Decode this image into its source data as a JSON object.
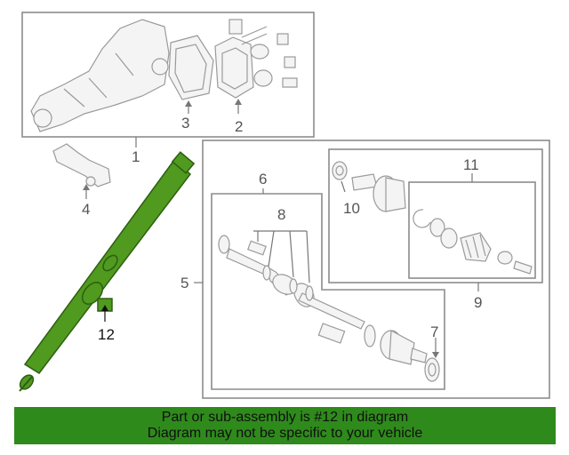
{
  "diagram": {
    "callouts": {
      "n1": "1",
      "n2": "2",
      "n3": "3",
      "n4": "4",
      "n5": "5",
      "n6": "6",
      "n7": "7",
      "n8": "8",
      "n9": "9",
      "n10": "10",
      "n11": "11",
      "n12": "12"
    },
    "highlight_color": "#4f9a1f",
    "highlighted_part": "12"
  },
  "banner": {
    "line1": "Part or sub-assembly is #12 in diagram",
    "line2": "Diagram may not be specific to your vehicle",
    "color": "#2f8a1c"
  }
}
